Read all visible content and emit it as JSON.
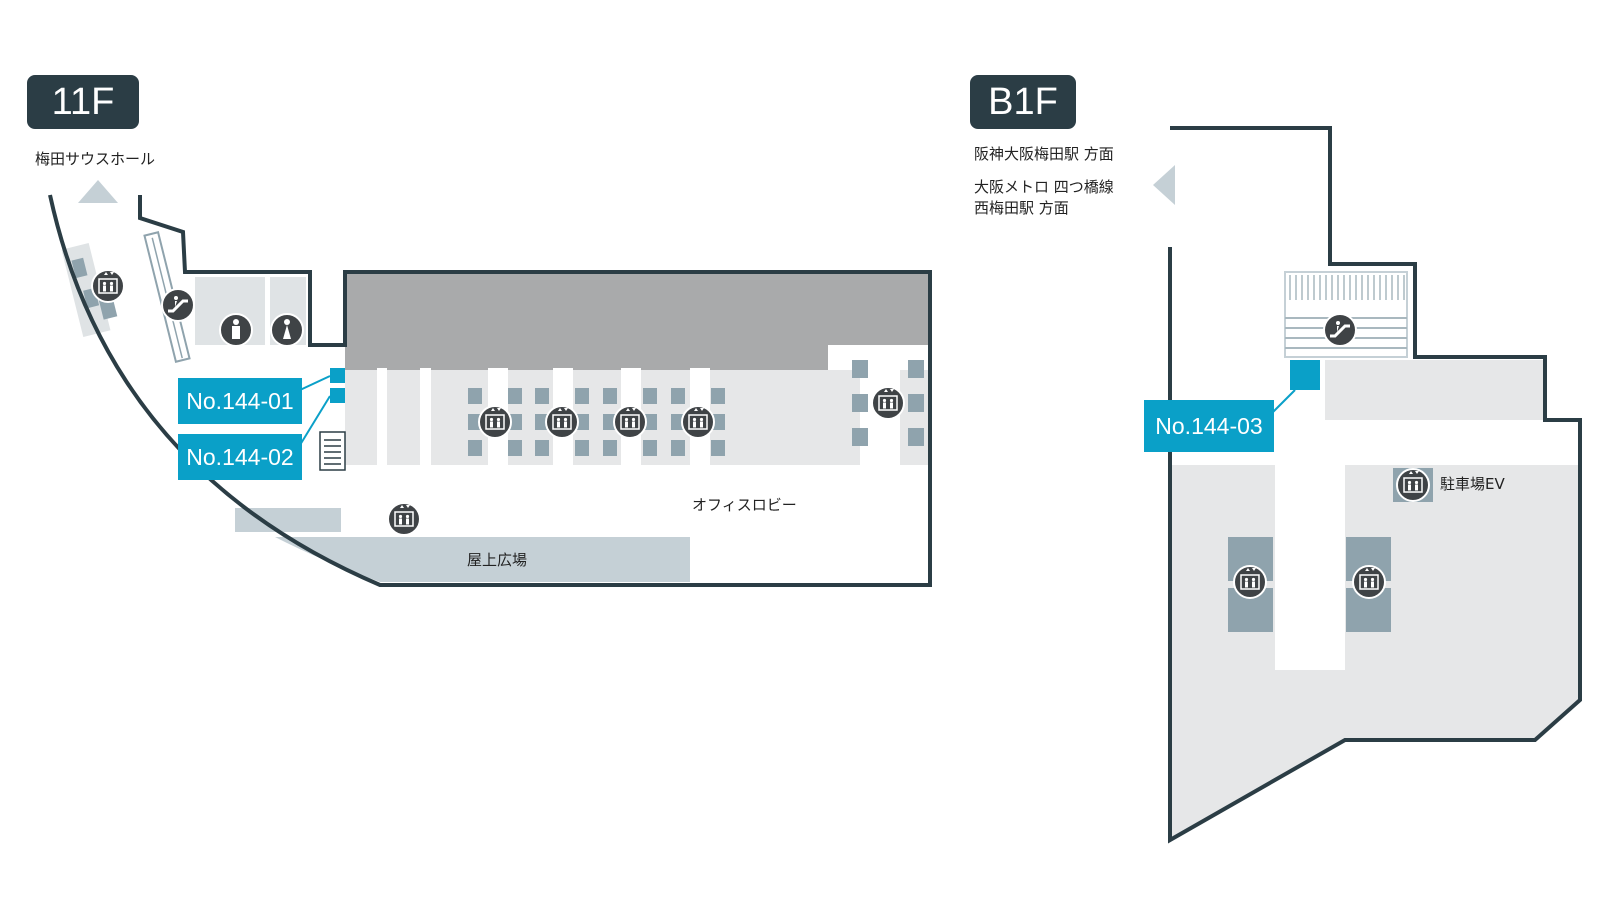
{
  "floors": {
    "f11": {
      "badge": "11F",
      "direction_label": "梅田サウスホール",
      "rooms": {
        "office_lobby": "オフィスロビー",
        "rooftop_plaza": "屋上広場"
      },
      "callouts": [
        "No.144-01",
        "No.144-02"
      ]
    },
    "b1": {
      "badge": "B1F",
      "directions": {
        "hanshin": "阪神大阪梅田駅 方面",
        "metro_line1": "大阪メトロ 四つ橋線",
        "metro_line2": "西梅田駅 方面"
      },
      "rooms": {
        "parking_ev": "駐車場EV"
      },
      "callouts": [
        "No.144-03"
      ]
    }
  },
  "colors": {
    "badge": "#2b3d45",
    "callout": "#0aa0c8",
    "wall": "#2b3d45",
    "floor": "#e6e7e8",
    "dark_block": "#a9aaab",
    "element": "#8fa3ad",
    "plaza": "#c5d0d6"
  },
  "icons": [
    "elevator-icon",
    "escalator-icon",
    "mens-restroom-icon",
    "womens-restroom-icon",
    "up-arrow-icon",
    "left-arrow-icon"
  ]
}
